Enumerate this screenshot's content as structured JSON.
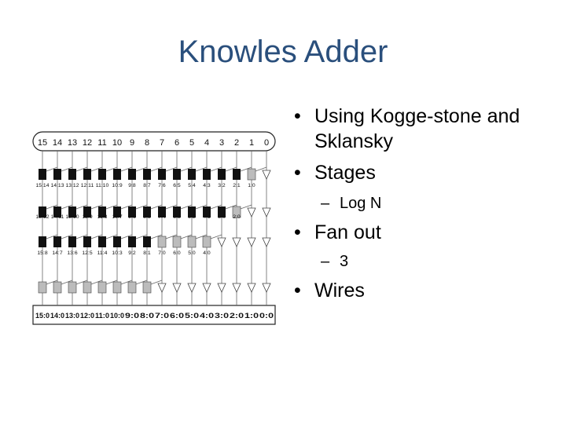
{
  "slide": {
    "title": "Knowles Adder",
    "bullets": [
      {
        "text": "Using Kogge-stone and",
        "cont": "Sklansky"
      },
      {
        "text": "Stages",
        "sub": "Log N"
      },
      {
        "text": "Fan out",
        "sub": "3"
      },
      {
        "text": "Wires"
      }
    ]
  },
  "diagram": {
    "input_bits": [
      "15",
      "14",
      "13",
      "12",
      "11",
      "10",
      "9",
      "8",
      "7",
      "6",
      "5",
      "4",
      "3",
      "2",
      "1",
      "0"
    ],
    "stage1_labels": [
      "15:14",
      "14:13",
      "13:12",
      "12:11",
      "11:10",
      "10:9",
      "9:8",
      "8:7",
      "7:6",
      "6:5",
      "5:4",
      "4:3",
      "3:2",
      "2:1",
      "1:0",
      ""
    ],
    "stage2_labels": [
      "15:12",
      "14:11",
      "13:10",
      "12:9",
      "11:8",
      "10:7",
      "9:6",
      "8:5",
      "7:4",
      "6:3",
      "5:2",
      "4:1",
      "3:0",
      "2:0",
      "",
      ""
    ],
    "stage3_labels": [
      "15:8",
      "14:7",
      "13:6",
      "12:5",
      "11:4",
      "10:3",
      "9:2",
      "8:1",
      "7:0",
      "6:0",
      "5:0",
      "4:0",
      "",
      "",
      "",
      ""
    ],
    "outputs": [
      "15:0",
      "14:0",
      "13:0",
      "12:0",
      "11:0",
      "10:0",
      "9:0",
      "8:0",
      "7:0",
      "6:0",
      "5:0",
      "4:0",
      "3:0",
      "2:0",
      "1:0",
      "0:0"
    ],
    "stage1_types": [
      "B",
      "B",
      "B",
      "B",
      "B",
      "B",
      "B",
      "B",
      "B",
      "B",
      "B",
      "B",
      "B",
      "B",
      "G",
      "V"
    ],
    "stage2_types": [
      "B",
      "B",
      "B",
      "B",
      "B",
      "B",
      "B",
      "B",
      "B",
      "B",
      "B",
      "B",
      "B",
      "G",
      "V",
      "V"
    ],
    "stage3_types": [
      "B",
      "B",
      "B",
      "B",
      "B",
      "B",
      "B",
      "B",
      "G",
      "G",
      "G",
      "G",
      "V",
      "V",
      "V",
      "V"
    ],
    "stage4_types": [
      "G",
      "G",
      "G",
      "G",
      "G",
      "G",
      "G",
      "G",
      "V",
      "V",
      "V",
      "V",
      "V",
      "V",
      "V",
      "V"
    ],
    "colors": {
      "black_cell": "#111111",
      "gray_cell": "#bcbcbc",
      "title": "#2a4f7c",
      "wire": "#666666"
    }
  }
}
